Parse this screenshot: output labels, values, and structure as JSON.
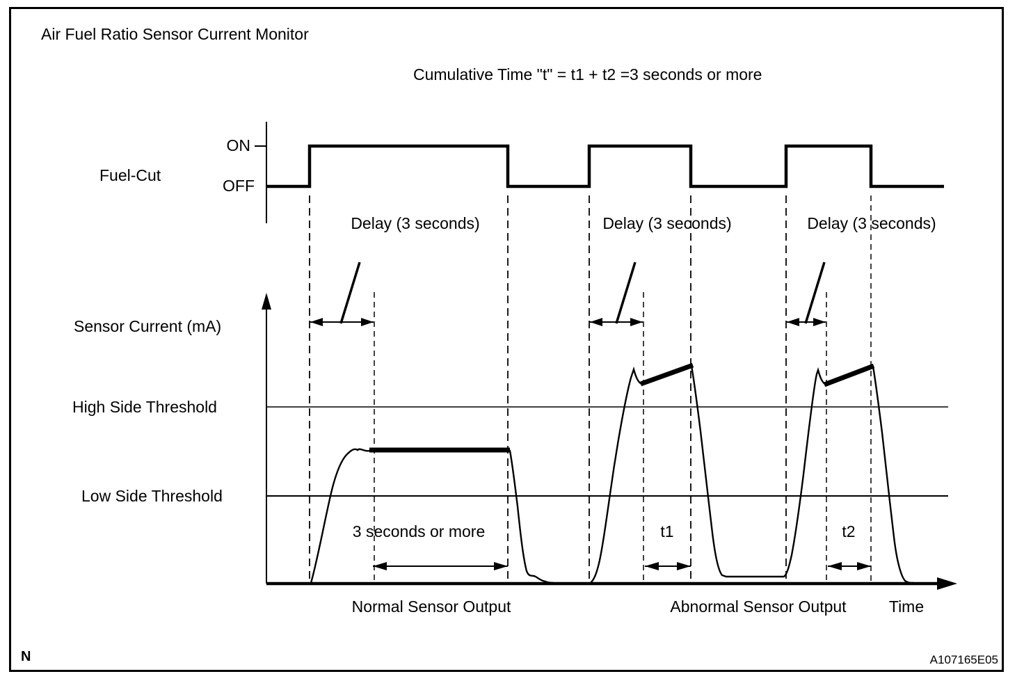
{
  "colors": {
    "ink": "#000000",
    "background": "#ffffff"
  },
  "figure": {
    "title": "Air Fuel Ratio Sensor Current Monitor",
    "cumulative_note": "Cumulative Time \"t\" = t1 + t2 =3 seconds or more",
    "fuel_cut": {
      "label": "Fuel-Cut",
      "on_label": "ON",
      "off_label": "OFF",
      "delay_labels": [
        "Delay (3 seconds)",
        "Delay (3 seconds)",
        "Delay (3 seconds)"
      ]
    },
    "sensor": {
      "axis_label": "Sensor Current (mA)",
      "high_threshold_label": "High Side Threshold",
      "low_threshold_label": "Low Side Threshold",
      "duration_label": "3 seconds or more",
      "t1_label": "t1",
      "t2_label": "t2"
    },
    "x_axis": {
      "normal_label": "Normal Sensor Output",
      "abnormal_label": "Abnormal Sensor Output",
      "time_label": "Time"
    },
    "footer": {
      "page_marker": "N",
      "figure_code": "A107165E05"
    }
  }
}
